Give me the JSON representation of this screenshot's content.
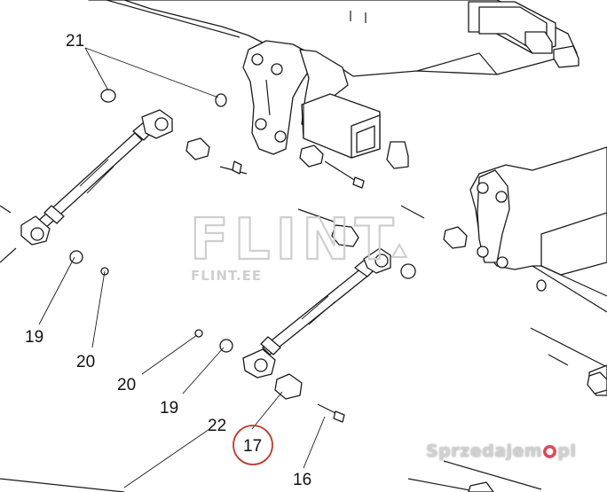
{
  "callouts": {
    "c16": "16",
    "c17": "17",
    "c19a": "19",
    "c19b": "19",
    "c20a": "20",
    "c20b": "20",
    "c21": "21",
    "c22": "22"
  },
  "watermark": {
    "brand": "FLINT",
    "domain": "FLINT.EE",
    "site_prefix": "Sprzedajem",
    "site_suffix": "pl"
  },
  "colors": {
    "line": "#1a1a1a",
    "highlight_circle": "#c0392b",
    "site_dot": "#d94b5a"
  }
}
